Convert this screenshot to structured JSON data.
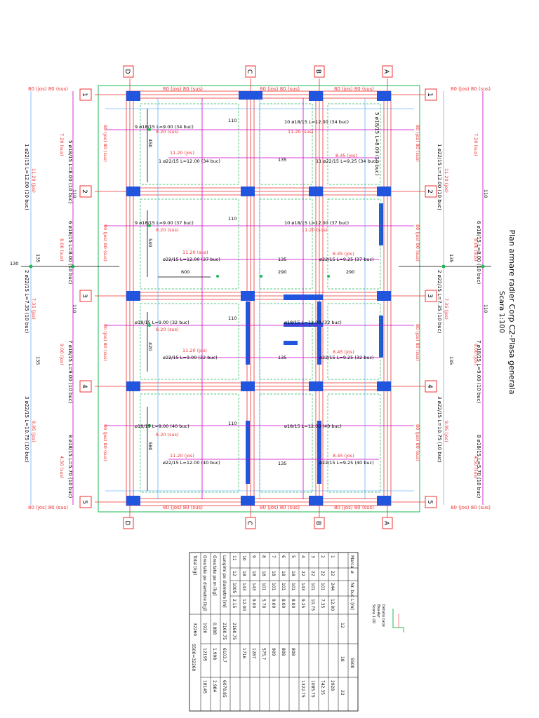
{
  "title": {
    "line1": "Plan armare radier Corp C2-Plasa generala",
    "line2": "Scara 1:100"
  },
  "grid": {
    "rows": [
      "1",
      "2",
      "3",
      "4",
      "5"
    ],
    "cols": [
      "D",
      "C",
      "B",
      "A"
    ]
  },
  "labels": {
    "edge": "80 (jos) 80 (sus)",
    "edge_short": "80 (sus)",
    "bar5": "5 ø18/15 L=8.00 (10 buc)",
    "bar1": "1 ø22/15 L=12.00 (10 buc)",
    "bar6": "6 ø18/15 L=8.00 (10 buc)",
    "bar2": "2 ø22/15 L=7.35 (10 buc)",
    "bar7": "7 ø18/15 L=9.00 (10 buc)",
    "bar3": "3 ø22/15 L=10.75 (10 buc)",
    "bar8": "8 ø18/15 L=5.70 (10 buc)",
    "r1a": "9 ø18/15 L=9.00 (34 buc)",
    "r1b": "1 ø22/15 L=12.00 (34 buc)",
    "r1c": "10 ø18/15 L=12.00 (34 buc)",
    "r1d": "11 ø22/15 L=9.25 (34 buc)",
    "r2a": "9 ø18/15 L=9.00 (37 buc)",
    "r2b": "ø22/15 L=12.00 (37 buc)",
    "r2c": "10 ø18/15 L=12.00 (37 buc)",
    "r2d": "ø22/15 L=9.25 (37 buc)",
    "r3a": "ø18/15 L=9.00 (32 buc)",
    "r3b": "ø22/15 L=9.00 (32 buc)",
    "r3c": "ø18/15 L=12.00 (32 buc)",
    "r3d": "ø22/15 L=9.25 (32 buc)",
    "r4a": "ø18/15 L=9.00 (40 buc)",
    "r4b": "ø22/15 L=12.00 (40 buc)",
    "r4c": "ø18/15 L=12.00 (40 buc)",
    "r4d": "ø22/15 L=9.25 (40 buc)",
    "dim110": "110",
    "dim135": "135",
    "dim130": "130",
    "dim290": "290",
    "dim600": "600",
    "dim450": "450",
    "dim540": "540",
    "dim420": "420",
    "dim580": "580",
    "red820": "8.20 (sus)",
    "red1120": "11.20 (jos)",
    "red1120s": "11.20 (sus)",
    "red845": "8.45 (jos)",
    "red720": "7.20 (sus)",
    "red800": "8.00 (sus)",
    "red735": "7.35 (jos)",
    "red900": "9.00 (jos)",
    "red995": "9.95 (jos)",
    "red450": "4.50 (sus)"
  },
  "detail": {
    "title": "Detaliu carje",
    "sub": "Bsa-Ayr",
    "scale": "Scara 1:20"
  },
  "table": {
    "headers": [
      "Marca",
      "ø",
      "Nr. buc",
      "L [m]",
      "12",
      "18",
      "22"
    ],
    "steel_header": "S500",
    "rows": [
      [
        "1",
        "22",
        "244",
        "12.00",
        "",
        "",
        "2928"
      ],
      [
        "2",
        "22",
        "101",
        "7.35",
        "",
        "",
        "742.35"
      ],
      [
        "3",
        "22",
        "101",
        "10.75",
        "",
        "",
        "1085.75"
      ],
      [
        "4",
        "22",
        "143",
        "9.25",
        "",
        "",
        "1322.75"
      ],
      [
        "5",
        "18",
        "101",
        "8.00",
        "",
        "808",
        ""
      ],
      [
        "6",
        "18",
        "101",
        "8.00",
        "",
        "808",
        ""
      ],
      [
        "7",
        "18",
        "101",
        "9.00",
        "",
        "909",
        ""
      ],
      [
        "8",
        "18",
        "101",
        "5.70",
        "",
        "575.7",
        ""
      ],
      [
        "9",
        "18",
        "143",
        "9.00",
        "",
        "1287",
        ""
      ],
      [
        "10",
        "18",
        "143",
        "12.00",
        "",
        "1716",
        ""
      ],
      [
        "11",
        "12",
        "1005",
        "2.15",
        "2160.75",
        "",
        ""
      ]
    ],
    "sum_rows": [
      [
        "Lungimi pe diametre [m]",
        "2160.75",
        "6103.7",
        "6078.85"
      ],
      [
        "Greutate pe m [kg]",
        "0.888",
        "1.998",
        "2.984"
      ],
      [
        "Greutate pe diametre [kg]",
        "1920",
        "12195",
        "18145"
      ],
      [
        "Total [kg]",
        "32260",
        "",
        ""
      ]
    ],
    "total_label": "S500=32260"
  }
}
